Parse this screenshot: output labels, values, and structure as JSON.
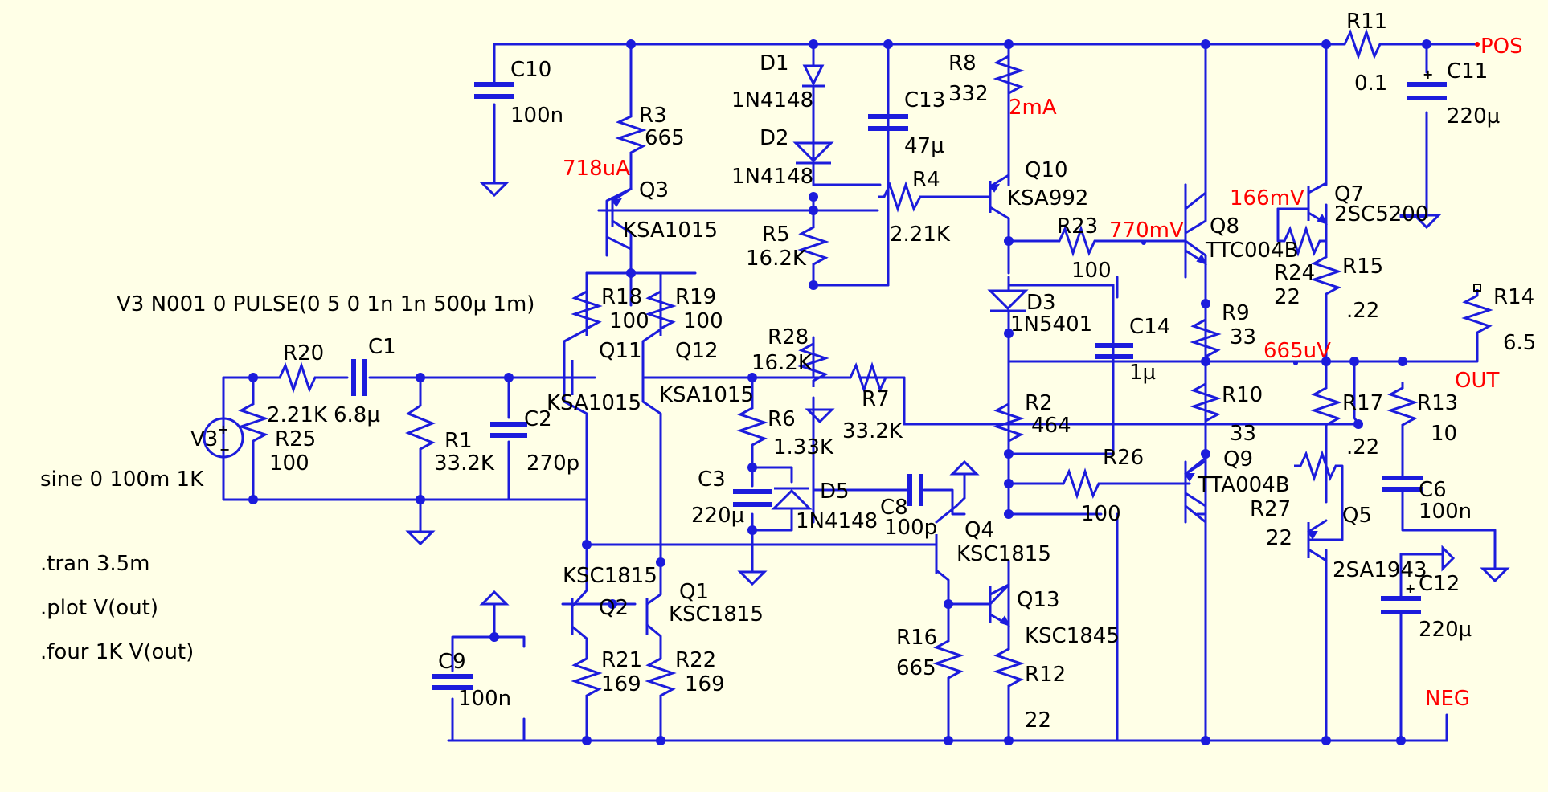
{
  "colors": {
    "background": "#FFFFE7",
    "wire": "#1C1CDC",
    "label": "#000000",
    "measurement": "#FF0000"
  },
  "directives": {
    "pulse": "V3 N001 0 PULSE(0 5 0 1n 1n 500µ 1m)",
    "sine": "sine 0 100m 1K",
    "tran": ".tran 3.5m",
    "plot": ".plot V(out)",
    "four": ".four 1K V(out)"
  },
  "nets": {
    "pos": "POS",
    "out": "OUT",
    "neg": "NEG"
  },
  "measurements": {
    "m718": "718uA",
    "m2ma": "2mA",
    "m770": "770mV",
    "m166": "166mV",
    "m665": "665uV"
  },
  "sources": {
    "v3": {
      "name": "V3"
    }
  },
  "resistors": {
    "r1": {
      "name": "R1",
      "value": "33.2K"
    },
    "r2": {
      "name": "R2",
      "value": "464"
    },
    "r3": {
      "name": "R3",
      "value": "665"
    },
    "r4": {
      "name": "R4",
      "value": "2.21K"
    },
    "r5": {
      "name": "R5",
      "value": "16.2K"
    },
    "r6": {
      "name": "R6",
      "value": "1.33K"
    },
    "r7": {
      "name": "R7",
      "value": "33.2K"
    },
    "r8": {
      "name": "R8",
      "value": "332"
    },
    "r9": {
      "name": "R9",
      "value": "33"
    },
    "r10": {
      "name": "R10",
      "value": "33"
    },
    "r11": {
      "name": "R11",
      "value": "0.1"
    },
    "r12": {
      "name": "R12",
      "value": "22"
    },
    "r13": {
      "name": "R13",
      "value": "10"
    },
    "r14": {
      "name": "R14",
      "value": "6.5"
    },
    "r15": {
      "name": "R15",
      "value": ".22"
    },
    "r16": {
      "name": "R16",
      "value": "665"
    },
    "r17": {
      "name": "R17",
      "value": ".22"
    },
    "r18": {
      "name": "R18",
      "value": "100"
    },
    "r19": {
      "name": "R19",
      "value": "100"
    },
    "r20": {
      "name": "R20",
      "value": "2.21K"
    },
    "r21": {
      "name": "R21",
      "value": "169"
    },
    "r22": {
      "name": "R22",
      "value": "169"
    },
    "r23": {
      "name": "R23",
      "value": "100"
    },
    "r24": {
      "name": "R24",
      "value": "22"
    },
    "r25": {
      "name": "R25",
      "value": "100"
    },
    "r26": {
      "name": "R26",
      "value": "100"
    },
    "r27": {
      "name": "R27",
      "value": "22"
    },
    "r28": {
      "name": "R28",
      "value": "16.2K"
    }
  },
  "capacitors": {
    "c1": {
      "name": "C1",
      "value": "6.8µ"
    },
    "c2": {
      "name": "C2",
      "value": "270p"
    },
    "c3": {
      "name": "C3",
      "value": "220µ"
    },
    "c6": {
      "name": "C6",
      "value": "100n"
    },
    "c8": {
      "name": "C8",
      "value": "100p"
    },
    "c9": {
      "name": "C9",
      "value": "100n"
    },
    "c10": {
      "name": "C10",
      "value": "100n"
    },
    "c11": {
      "name": "C11",
      "value": "220µ"
    },
    "c12": {
      "name": "C12",
      "value": "220µ"
    },
    "c13": {
      "name": "C13",
      "value": "47µ"
    },
    "c14": {
      "name": "C14",
      "value": "1µ"
    }
  },
  "diodes": {
    "d1": {
      "name": "D1",
      "value": "1N4148"
    },
    "d2": {
      "name": "D2",
      "value": "1N4148"
    },
    "d3": {
      "name": "D3",
      "value": "1N5401"
    },
    "d5": {
      "name": "D5",
      "value": "1N4148"
    }
  },
  "transistors": {
    "q1": {
      "name": "Q1",
      "model": "KSC1815"
    },
    "q2": {
      "name": "Q2",
      "model": "KSC1815"
    },
    "q3": {
      "name": "Q3",
      "model": "KSA1015"
    },
    "q4": {
      "name": "Q4",
      "model": "KSC1815"
    },
    "q5": {
      "name": "Q5",
      "model": "2SA1943"
    },
    "q7": {
      "name": "Q7",
      "model": "2SC5200"
    },
    "q8": {
      "name": "Q8",
      "model": "TTC004B"
    },
    "q9": {
      "name": "Q9",
      "model": "TTA004B"
    },
    "q10": {
      "name": "Q10",
      "model": "KSA992"
    },
    "q11": {
      "name": "Q11",
      "model": "KSA1015"
    },
    "q12": {
      "name": "Q12",
      "model": "KSA1015"
    },
    "q13": {
      "name": "Q13",
      "model": "KSC1845"
    }
  }
}
